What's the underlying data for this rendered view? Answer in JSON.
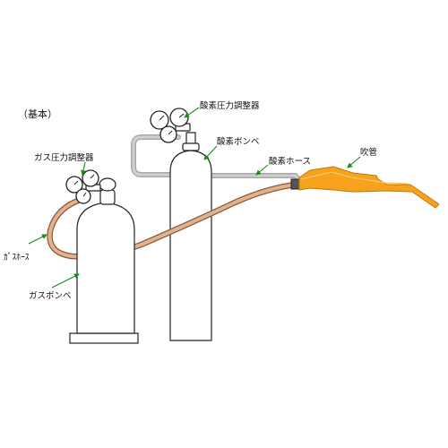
{
  "title": "（基本）",
  "labels": {
    "oxygen_regulator": "酸素圧力調整器",
    "oxygen_cylinder": "酸素ボンベ",
    "oxygen_hose": "酸素ホース",
    "torch": "吹管",
    "gas_regulator": "ガス圧力調整器",
    "gas_hose": "ｶﾞｽﾎｰｽ",
    "gas_cylinder": "ガスボンベ"
  },
  "colors": {
    "gas_hose": "#d4a27c",
    "oxygen_hose": "#b8b8b8",
    "torch": "#f5a21b",
    "leader_arrow": "#1a8a1a",
    "outline": "#222222"
  },
  "icons": {
    "leader": "green-arrow",
    "regulator": "double-gauge"
  }
}
